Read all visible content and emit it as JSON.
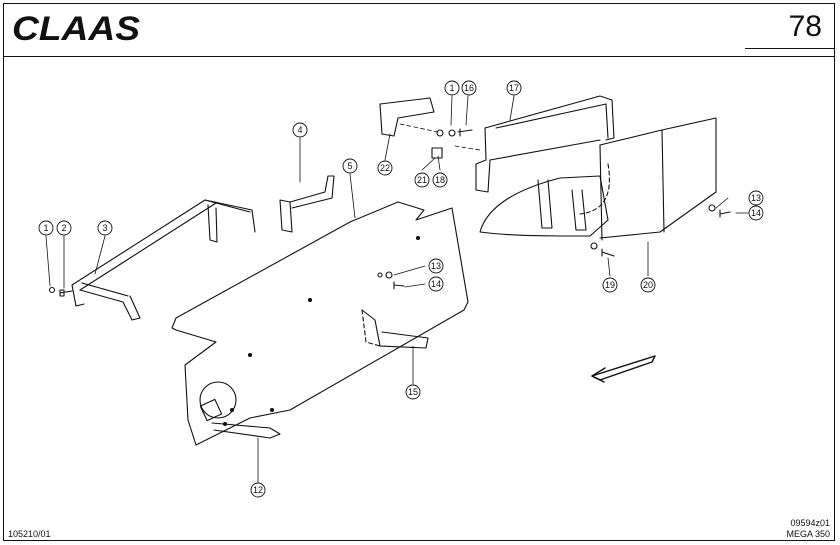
{
  "header": {
    "brand": "CLAAS",
    "page_number": "78"
  },
  "diagram": {
    "callouts": [
      "1",
      "2",
      "3",
      "4",
      "5",
      "1",
      "16",
      "17",
      "22",
      "21",
      "18",
      "13",
      "14",
      "13",
      "14",
      "15",
      "12",
      "19",
      "20"
    ]
  },
  "footer": {
    "reference_code": "105210/01",
    "figure_code": "09594z01",
    "model": "MEGA 350"
  }
}
